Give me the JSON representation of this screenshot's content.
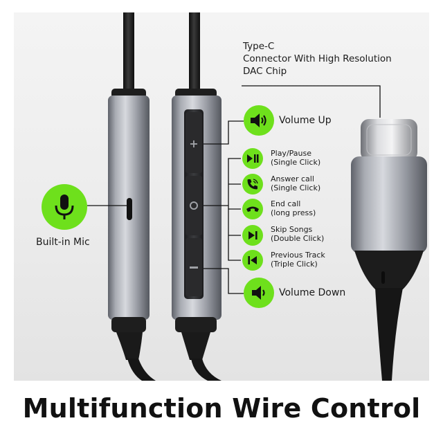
{
  "connector": {
    "line1": "Type-C",
    "line2": "Connector With High Resolution",
    "line3": "DAC Chip"
  },
  "mic": {
    "label": "Built-in Mic",
    "icon": "microphone-icon"
  },
  "functions": [
    {
      "icon": "volume-up-icon",
      "label": "Volume Up"
    },
    {
      "icon": "play-pause-icon",
      "line1": "Play/Pause",
      "line2": "(Single Click)"
    },
    {
      "icon": "phone-answer-icon",
      "line1": "Answer call",
      "line2": "(Single Click)"
    },
    {
      "icon": "phone-end-icon",
      "line1": "End call",
      "line2": "(long press)"
    },
    {
      "icon": "skip-next-icon",
      "line1": "Skip Songs",
      "line2": "(Double Click)"
    },
    {
      "icon": "skip-previous-icon",
      "line1": "Previous Track",
      "line2": "(Triple Click)"
    },
    {
      "icon": "volume-down-icon",
      "label": "Volume Down"
    }
  ],
  "headline": "Multifunction Wire Control",
  "colors": {
    "accent_green": "#6ee01c",
    "cable": "#1c1c1c",
    "metal": "#8c8f97",
    "text": "#1a1a1a"
  }
}
